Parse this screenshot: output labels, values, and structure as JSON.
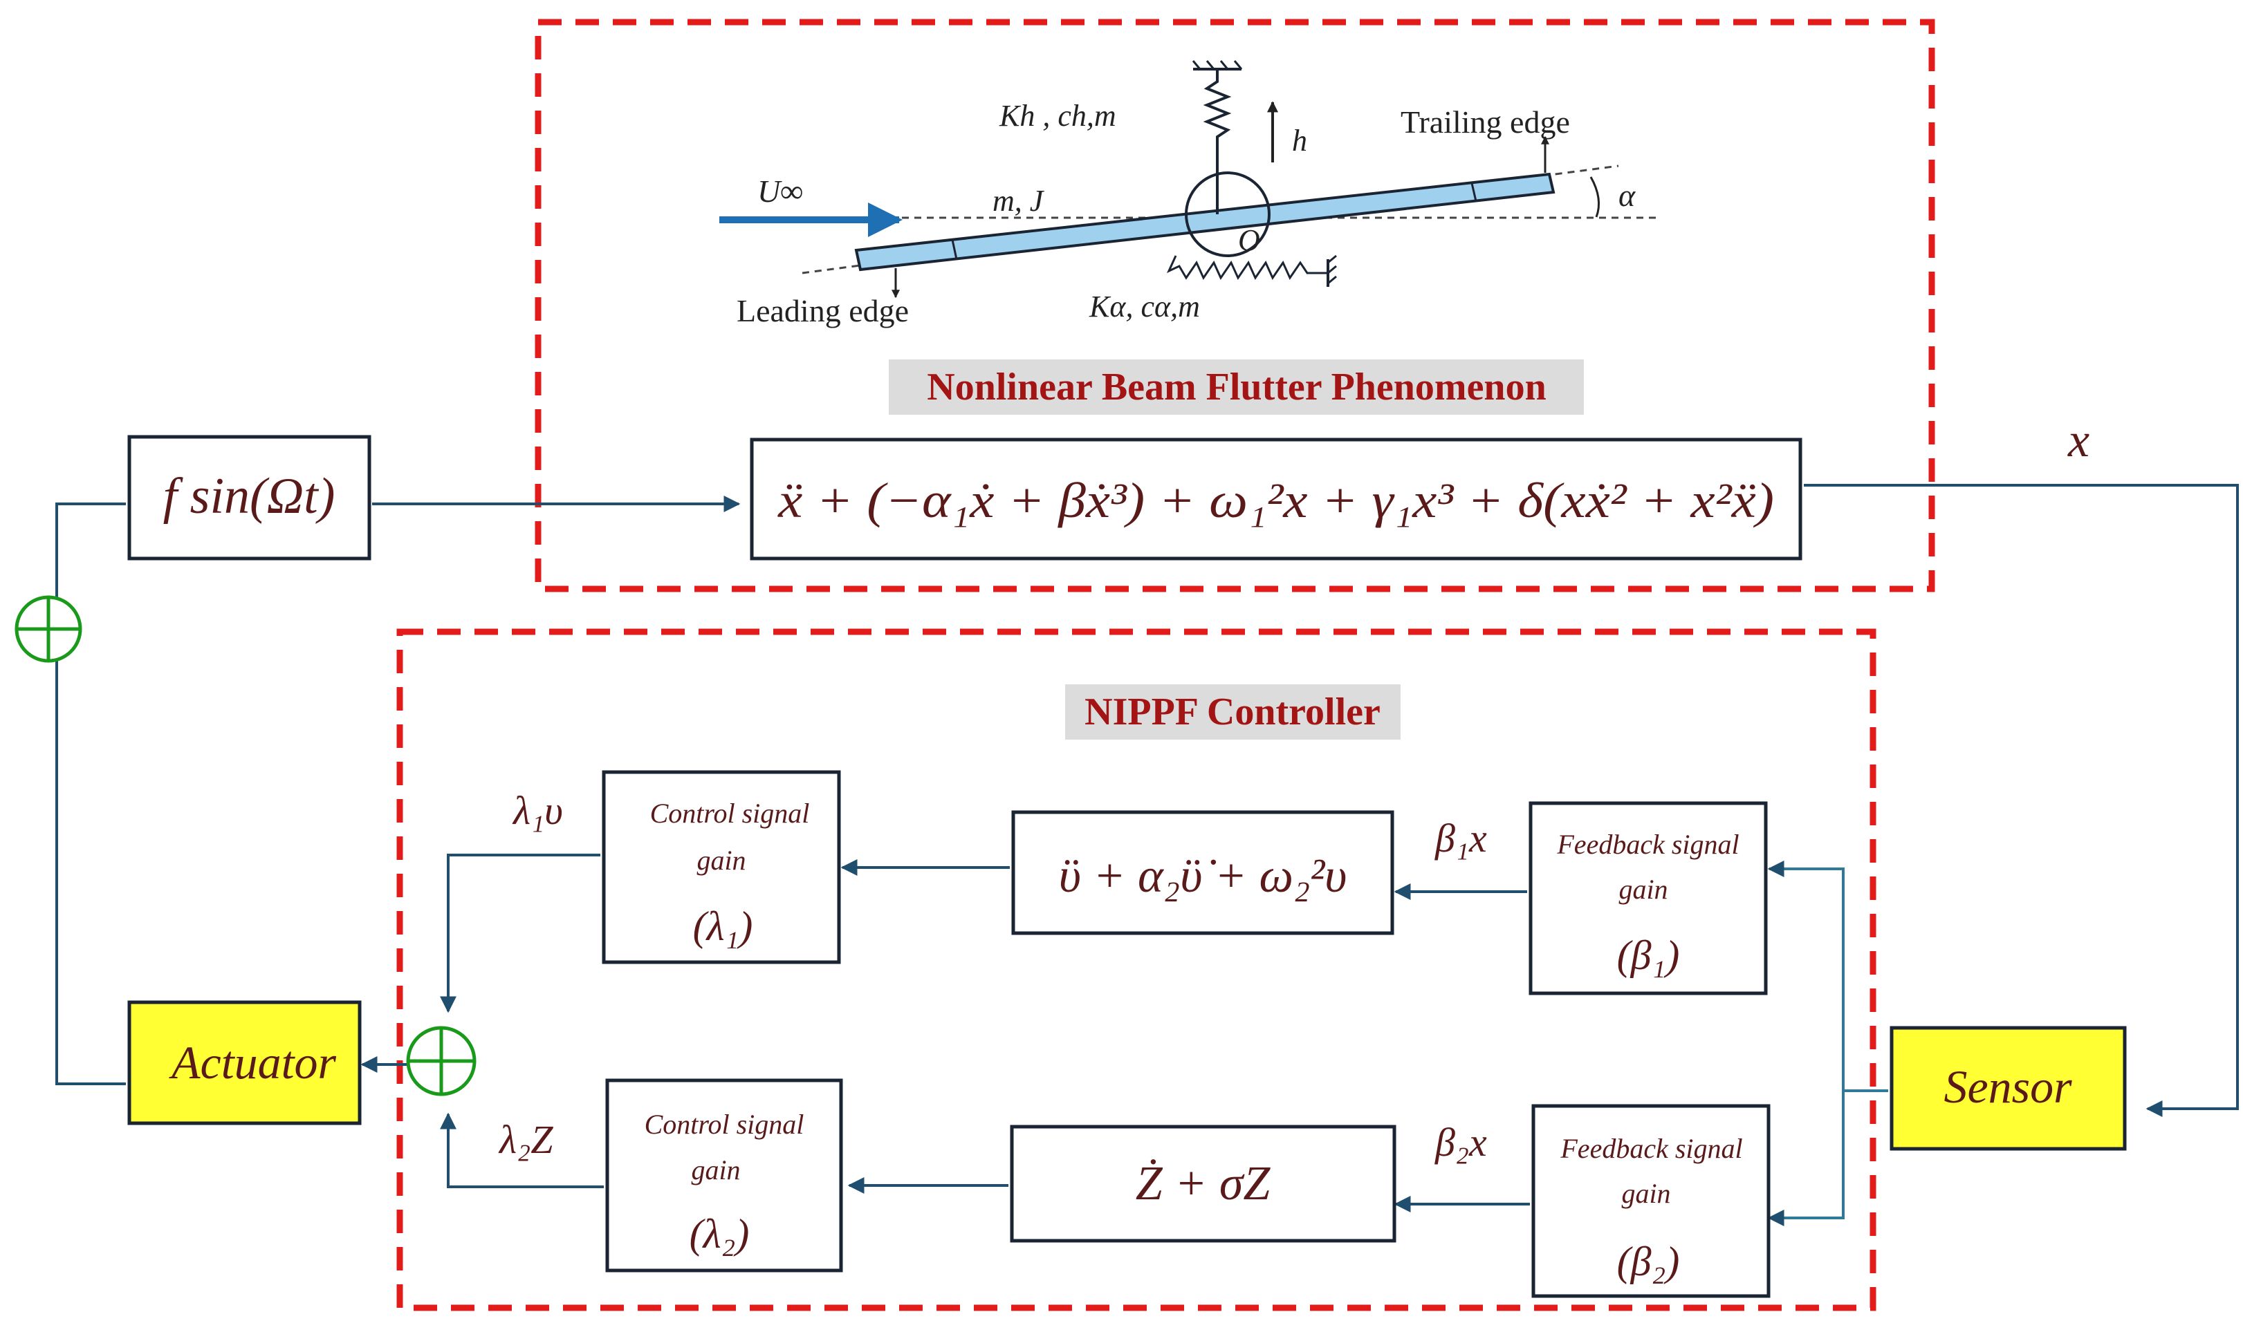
{
  "colors": {
    "dashed_frame": "#e21b1b",
    "box_border": "#1a2433",
    "wire": "#1f4e6e",
    "math_text": "#5a1a1a",
    "title_text": "#a31515",
    "title_bg": "#dcdcdc",
    "summer": "#1a9a1a",
    "yellow_box": "#ffff33",
    "beam_fill": "#9fd0ee",
    "flow_arrow": "#1e6fb3"
  },
  "plant": {
    "title": "Nonlinear Beam Flutter Phenomenon",
    "equation": "ẍ + (−α₁ẋ + βẋ³) + ω₁²x + γ₁x³ + δ(xẋ² + x²ẍ)",
    "output_label": "x",
    "sketch": {
      "flow_label": "U∞",
      "mass_label": "m, J",
      "heave_spring_label": "Kh , ch,m",
      "heave_label": "h",
      "trailing_edge_label": "Trailing edge",
      "leading_edge_label": "Leading edge",
      "pitch_spring_label": "Kα, cα,m",
      "origin_label": "O",
      "angle_label": "α"
    }
  },
  "excitation": {
    "label": "f sin(Ωt)"
  },
  "controller": {
    "title": "NIPPF Controller",
    "branch1": {
      "filter_equation": "ϋ + α₂ϋ̇ + ω₂²υ",
      "filter_equation_display": "ῡ̈ + α₂ῡ̇ + ω₂²υ",
      "feedback_gain": {
        "line1": "Feedback signal",
        "line2": "gain",
        "symbol": "(β₁)"
      },
      "control_gain": {
        "line1": "Control signal",
        "line2": "gain",
        "symbol": "(λ₁)"
      },
      "feedback_signal": "β₁x",
      "control_signal": "λ₁υ"
    },
    "branch2": {
      "filter_equation": "Ż + σZ",
      "feedback_gain": {
        "line1": "Feedback signal",
        "line2": "gain",
        "symbol": "(β₂)"
      },
      "control_gain": {
        "line1": "Control signal",
        "line2": "gain",
        "symbol": "(λ₂)"
      },
      "feedback_signal": "β₂x",
      "control_signal": "λ₂Z"
    }
  },
  "actuator": {
    "label": "Actuator"
  },
  "sensor": {
    "label": "Sensor"
  }
}
